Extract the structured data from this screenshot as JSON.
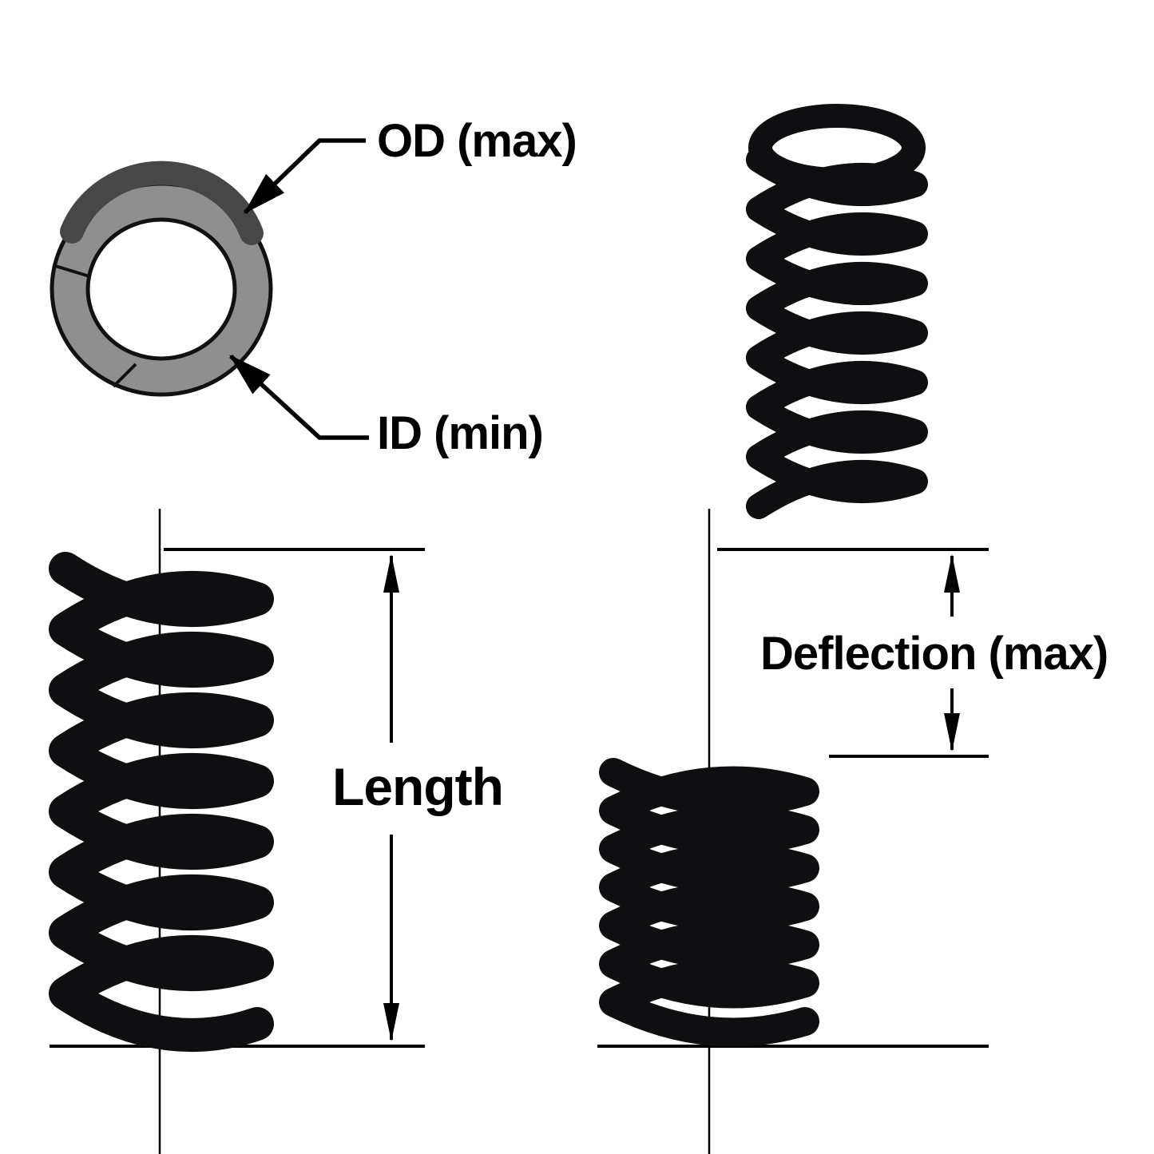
{
  "diagram": {
    "title": "compression-spring-dimension-diagram",
    "labels": {
      "od_max": "OD (max)",
      "id_min": "ID (min)",
      "length": "Length",
      "deflection_max": "Deflection (max)"
    },
    "colors": {
      "line": "#000000",
      "text": "#000000",
      "ring_fill": "#8f8f8f",
      "ring_dark": "#474747",
      "spring": "#0f0f12",
      "background": "#ffffff"
    }
  }
}
